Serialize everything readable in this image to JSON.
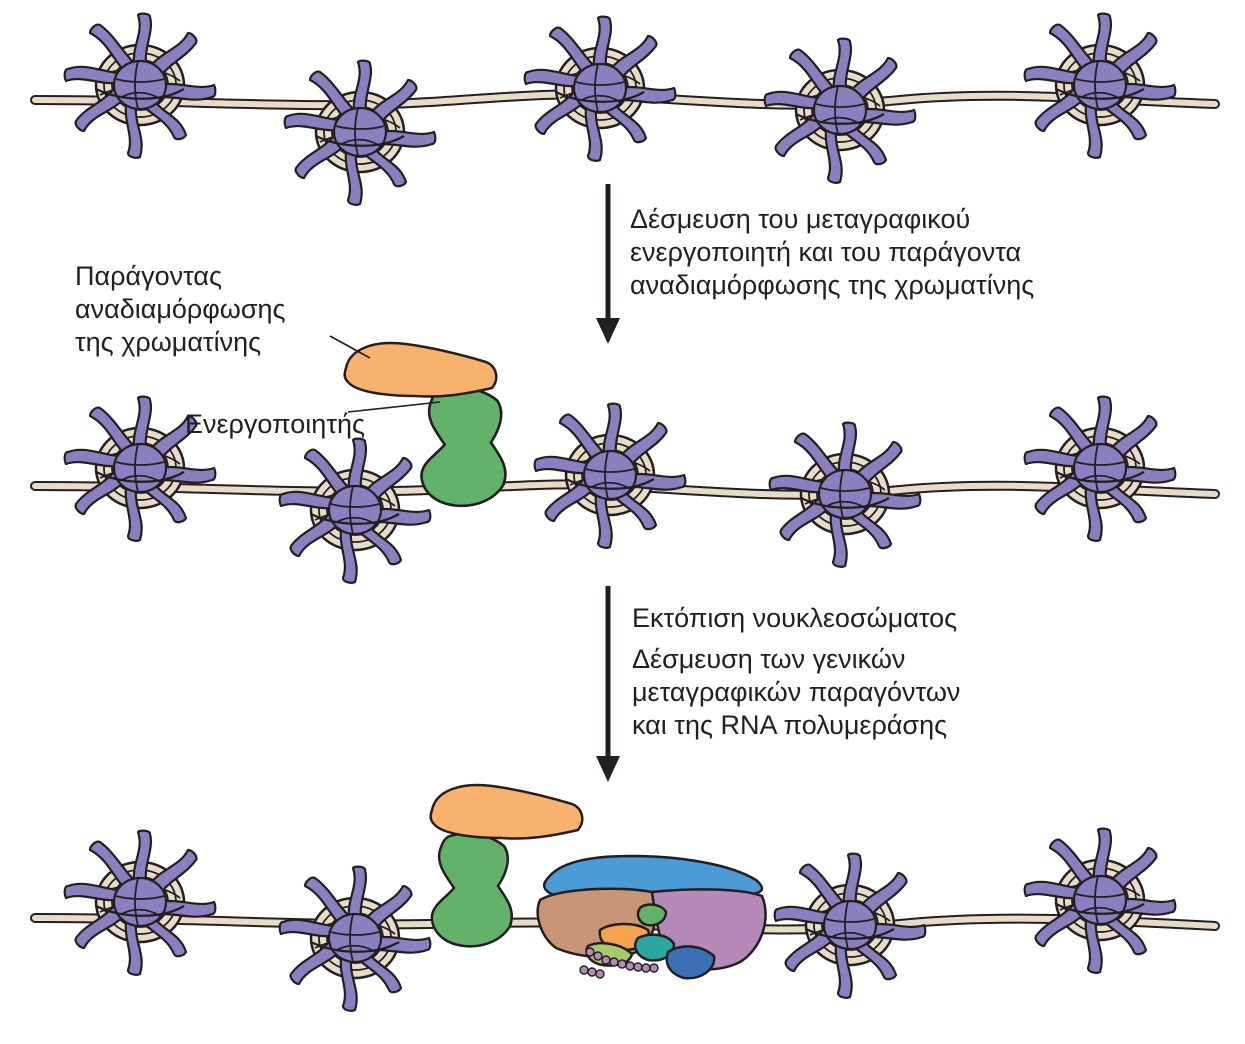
{
  "step1_caption": {
    "lines": [
      "Δέσμευση του μεταγραφικού",
      "ενεργοποιητή και του παράγοντα",
      "αναδιαμόρφωσης της χρωματίνης"
    ]
  },
  "remodeler_label": {
    "lines": [
      "Παράγοντας",
      "αναδιαμόρφωσης",
      "της χρωματίνης"
    ]
  },
  "activator_label": "Ενεργοποιητής",
  "step2_caption": {
    "line1": "Εκτόπιση νουκλεοσώματος",
    "lines": [
      "Δέσμευση των γενικών",
      "μεταγραφικών παραγόντων",
      "και της RNA πολυμεράσης"
    ]
  },
  "colors": {
    "dna_fill": "#eadbc8",
    "histone": "#8b7fc0",
    "outline": "#231f20",
    "remodeler": "#f9b26e",
    "activator": "#63b26c",
    "polymerase_top": "#4a9bd6",
    "polymerase_left": "#c99577",
    "polymerase_right": "#b68ab8",
    "gtf_orange": "#f7a24e",
    "gtf_teal": "#2aa8a0",
    "gtf_blue": "#3d6fb5",
    "gtf_lime": "#a9c96b"
  }
}
